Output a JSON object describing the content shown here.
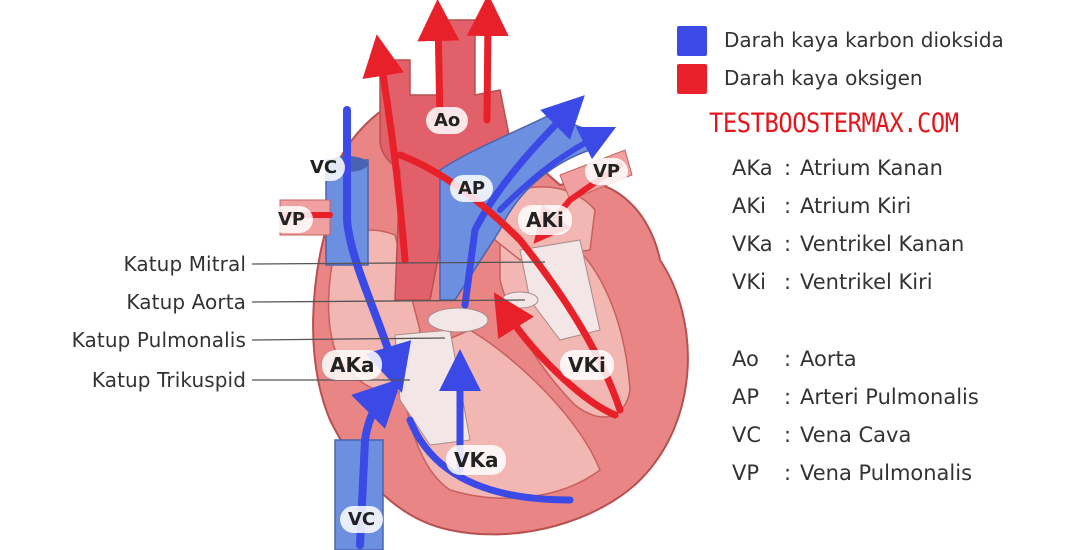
{
  "legend": [
    {
      "label": "Darah kaya karbon dioksida",
      "color": "#3b49e6"
    },
    {
      "label": "Darah kaya oksigen",
      "color": "#e8202a"
    }
  ],
  "watermark": "TESTBOOSTERMAX.COM",
  "key_chambers": [
    {
      "abbr": "AKa",
      "sep": ":",
      "name": "Atrium Kanan"
    },
    {
      "abbr": "AKi",
      "sep": ":",
      "name": "Atrium Kiri"
    },
    {
      "abbr": "VKa",
      "sep": ":",
      "name": "Ventrikel Kanan"
    },
    {
      "abbr": "VKi",
      "sep": ":",
      "name": "Ventrikel Kiri"
    }
  ],
  "key_vessels": [
    {
      "abbr": "Ao",
      "sep": ":",
      "name": "Aorta"
    },
    {
      "abbr": "AP",
      "sep": ":",
      "name": "Arteri Pulmonalis"
    },
    {
      "abbr": "VC",
      "sep": ":",
      "name": "Vena Cava"
    },
    {
      "abbr": "VP",
      "sep": ":",
      "name": "Vena Pulmonalis"
    }
  ],
  "valves": {
    "mitral": "Katup Mitral",
    "aorta": "Katup Aorta",
    "pulmonalis": "Katup Pulmonalis",
    "trikuspid": "Katup Trikuspid"
  },
  "tags": {
    "ao": "Ao",
    "ap": "AP",
    "vc_top": "VC",
    "vp_left": "VP",
    "vp_right": "VP",
    "aki": "AKi",
    "aka": "AKa",
    "vki": "VKi",
    "vka": "VKa",
    "vc_bottom": "VC"
  },
  "colors": {
    "oxygen": "#e8202a",
    "co2": "#3b49e6",
    "muscle": "#e98585",
    "muscle_dark": "#c95f5f",
    "inner": "#f3b7b3",
    "valve": "#f2e6e6"
  }
}
